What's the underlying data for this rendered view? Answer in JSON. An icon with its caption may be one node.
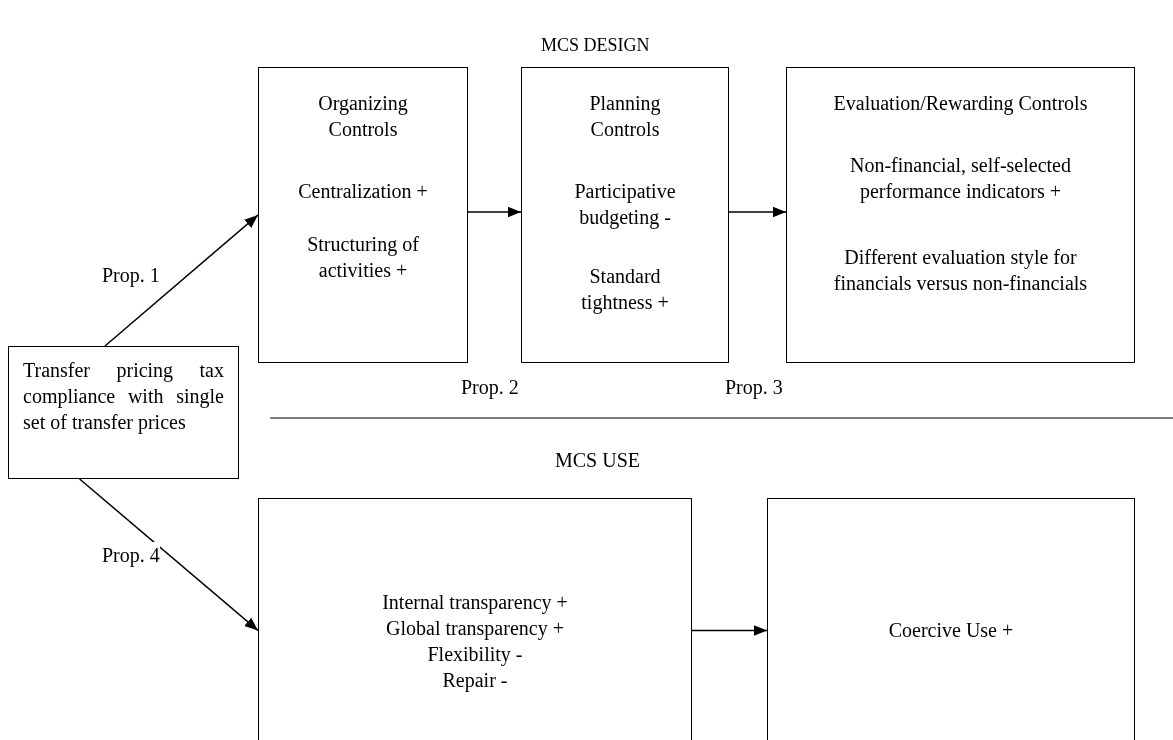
{
  "diagram": {
    "title": "MCS DESIGN",
    "nodes": [
      {
        "text": [
          "Transfer pricing tax compliance with single set of transfer prices"
        ]
      },
      {
        "text": [
          "Organizing Controls",
          "Centralization +",
          "Structuring of activities +"
        ]
      },
      {
        "text": [
          "Planning Controls",
          "Participative budgeting -",
          "Standard tightness +"
        ]
      },
      {
        "text": [
          "Evaluation/Rewarding Controls",
          "Non-financial, self-selected performance indicators +",
          "Different evaluation style for financials versus non-financials"
        ]
      },
      {
        "text": [
          "Internal transparency +",
          "Global transparency +",
          "Flexibility -",
          "Repair -"
        ]
      },
      {
        "text": [
          "Coercive Use +"
        ]
      }
    ],
    "edges": [
      {
        "from": 0,
        "to": 1,
        "arrow": "to",
        "label": "Prop. 1"
      },
      {
        "from": 1,
        "to": 2,
        "arrow": "to"
      },
      {
        "from": 2,
        "to": 3,
        "arrow": "to"
      },
      {
        "from": 0,
        "to": 4,
        "arrow": "to",
        "label": "Prop. 4"
      },
      {
        "from": 4,
        "to": 5,
        "arrow": "to"
      }
    ],
    "labels": [
      "Prop. 2",
      "Prop. 3",
      "MCS USE"
    ]
  }
}
